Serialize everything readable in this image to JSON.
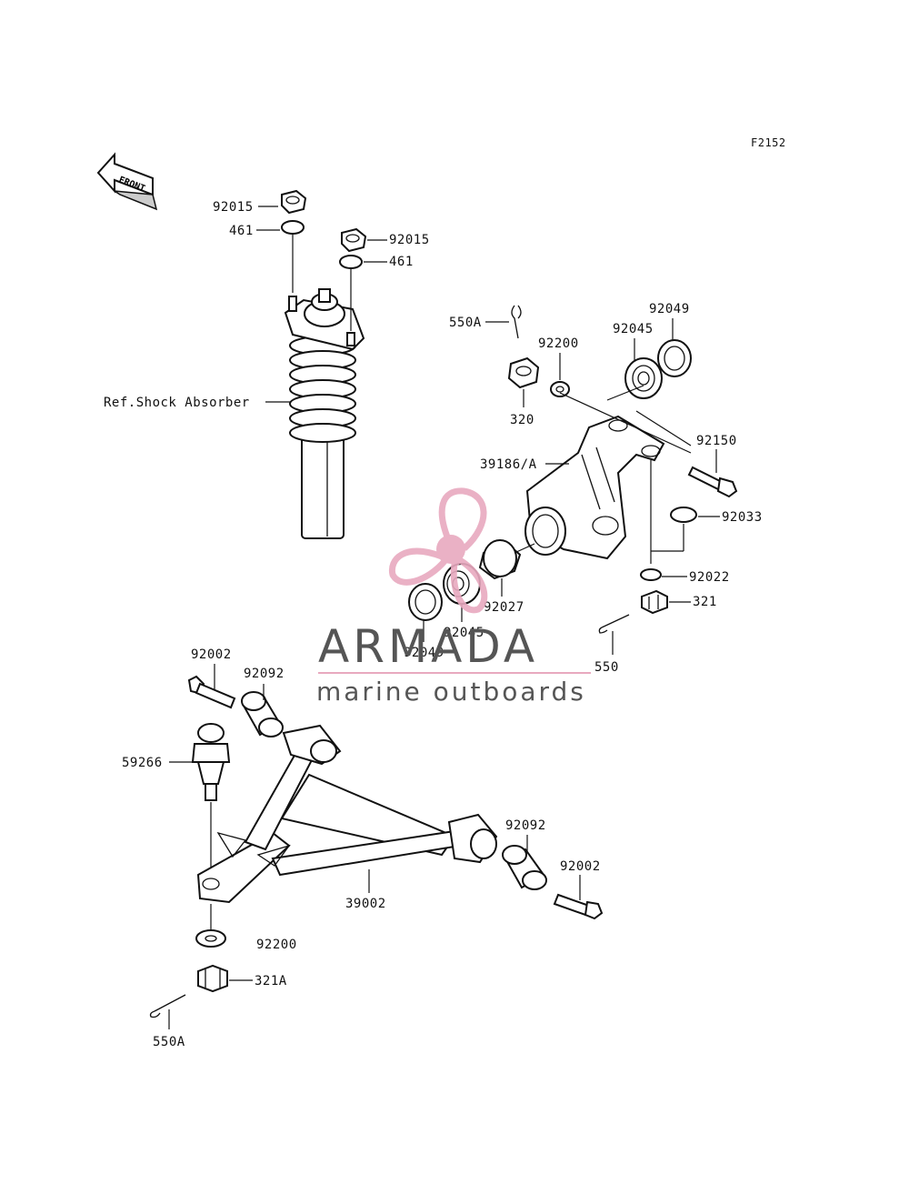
{
  "figure_code": "F2152",
  "front_arrow": {
    "text": "FRONT"
  },
  "reference_label": "Ref.Shock Absorber",
  "watermark": {
    "brand": "ARMADA",
    "tagline": "marine outboards",
    "logo_color": "#e8a9bf",
    "text_color": "#555555"
  },
  "part_labels": {
    "top_nut_left": "92015",
    "top_washer_left": "461",
    "top_nut_right": "92015",
    "top_washer_right": "461",
    "cotter_pin_top": "550A",
    "castle_nut_320": "320",
    "washer_top": "92200",
    "bearing_top": "92045",
    "seal_top": "92049",
    "knuckle": "39186/A",
    "bolt_knuckle": "92150",
    "circlip": "92033",
    "washer_lower": "92022",
    "castle_nut_321": "321",
    "cotter_pin_lower": "550",
    "spacer": "92027",
    "bearing_lower": "92045",
    "seal_lower": "92049",
    "bolt_arm_left": "92002",
    "bushing_left": "92092",
    "ball_joint": "59266",
    "bushing_right": "92092",
    "bolt_arm_right": "92002",
    "a_arm": "39002",
    "washer_bottom": "92200",
    "castle_nut_bottom": "321A",
    "cotter_pin_bottom": "550A"
  }
}
